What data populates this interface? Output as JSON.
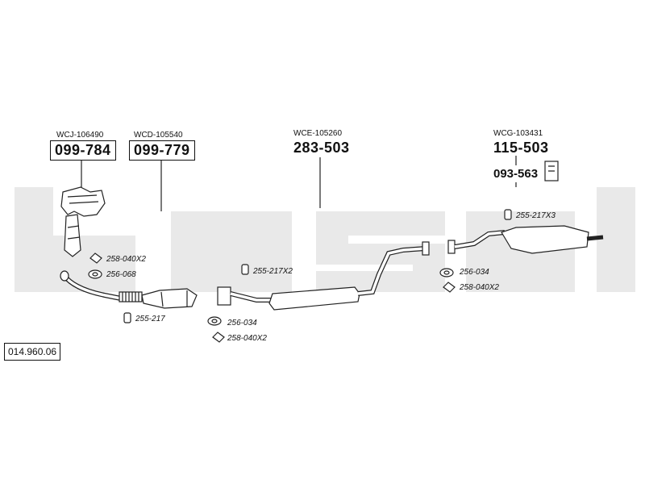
{
  "diagram_code": "014.960.06",
  "parts": [
    {
      "ref": "WCJ-106490",
      "number": "099-784"
    },
    {
      "ref": "WCD-105540",
      "number": "099-779"
    },
    {
      "ref": "WCE-105260",
      "number": "283-503"
    },
    {
      "ref": "WCG-103431",
      "number": "115-503",
      "sub_number": "093-563"
    }
  ],
  "fittings": {
    "f1": "258-040X2",
    "f2": "256-068",
    "f3": "255-217",
    "f4": "255-217X2",
    "f5": "256-034",
    "f6": "258-040X2",
    "f7": "256-034",
    "f8": "258-040X2",
    "f9": "255-217X3"
  },
  "watermark_text": "bosal"
}
